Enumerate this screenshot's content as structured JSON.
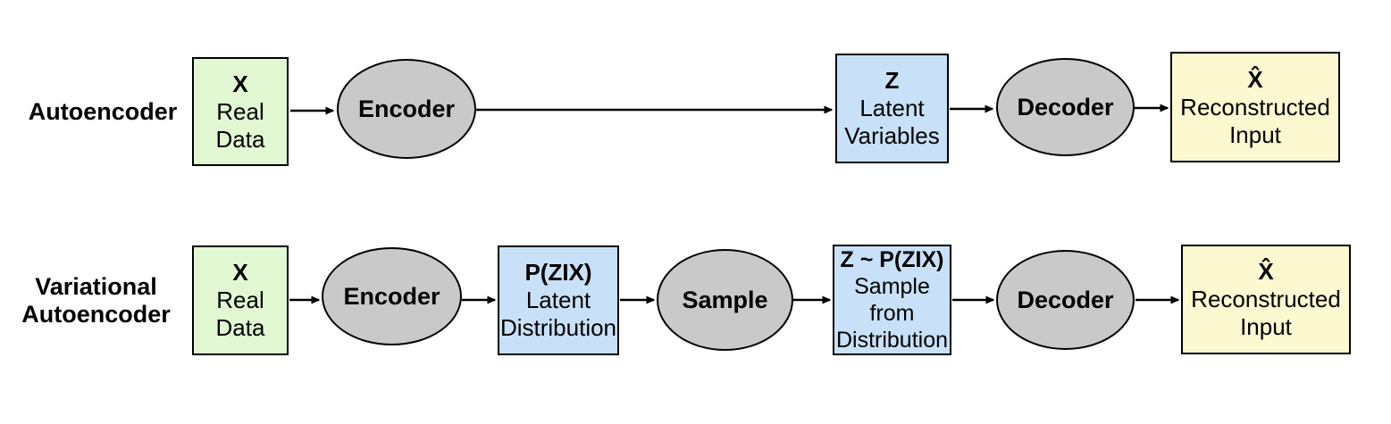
{
  "colors": {
    "green": "#e2f8d2",
    "blue": "#c8e1f8",
    "yellow": "#fcf9d0",
    "gray": "#c9c9c9",
    "stroke": "#000000",
    "bg": "#ffffff"
  },
  "rows": {
    "ae": {
      "label": "Autoencoder",
      "input": {
        "title": "X",
        "lines": [
          "Real",
          "Data"
        ]
      },
      "encoder": "Encoder",
      "latent": {
        "title": "Z",
        "lines": [
          "Latent",
          "Variables"
        ]
      },
      "decoder": "Decoder",
      "output": {
        "title": "X̂",
        "lines": [
          "Reconstructed",
          "Input"
        ]
      }
    },
    "vae": {
      "label_line1": "Variational",
      "label_line2": "Autoencoder",
      "input": {
        "title": "X",
        "lines": [
          "Real",
          "Data"
        ]
      },
      "encoder": "Encoder",
      "latent_dist": {
        "title": "P(ZIX)",
        "lines": [
          "Latent",
          "Distribution"
        ]
      },
      "sample": "Sample",
      "sampled": {
        "title": "Z ~ P(ZIX)",
        "lines": [
          "Sample",
          "from",
          "Distribution"
        ]
      },
      "decoder": "Decoder",
      "output": {
        "title": "X̂",
        "lines": [
          "Reconstructed",
          "Input"
        ]
      }
    }
  }
}
